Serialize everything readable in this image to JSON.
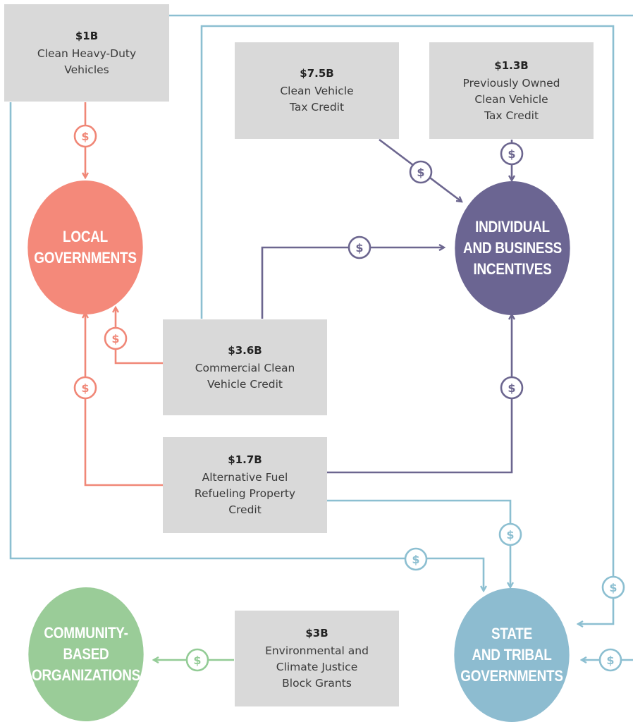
{
  "colors": {
    "box_fill": "#d9d9d9",
    "local": "#f4897a",
    "individual": "#6b6592",
    "state": "#8dbcd0",
    "community": "#9acc98",
    "line_local": "#f08777",
    "line_individual": "#6c668f",
    "line_state": "#8cbfd1",
    "line_community": "#93cc96"
  },
  "nodes": {
    "local": "LOCAL\nGOVERNMENTS",
    "individual": "INDIVIDUAL\nAND BUSINESS\nINCENTIVES",
    "state": "STATE\nAND TRIBAL\nGOVERNMENTS",
    "community": "COMMUNITY-\nBASED\nORGANIZATIONS"
  },
  "programs": {
    "heavy_duty": {
      "amount": "$1B",
      "label": "Clean Heavy-Duty\nVehicles"
    },
    "clean_vehicle": {
      "amount": "$7.5B",
      "label": "Clean Vehicle\nTax Credit"
    },
    "previously_owned": {
      "amount": "$1.3B",
      "label": "Previously Owned\nClean Vehicle\nTax Credit"
    },
    "commercial": {
      "amount": "$3.6B",
      "label": "Commercial Clean\nVehicle Credit"
    },
    "alt_fuel": {
      "amount": "$1.7B",
      "label": "Alternative Fuel\nRefueling Property\nCredit"
    },
    "ej_grants": {
      "amount": "$3B",
      "label": "Environmental and\nClimate Justice\nBlock Grants"
    }
  },
  "dollar_sign": "$"
}
